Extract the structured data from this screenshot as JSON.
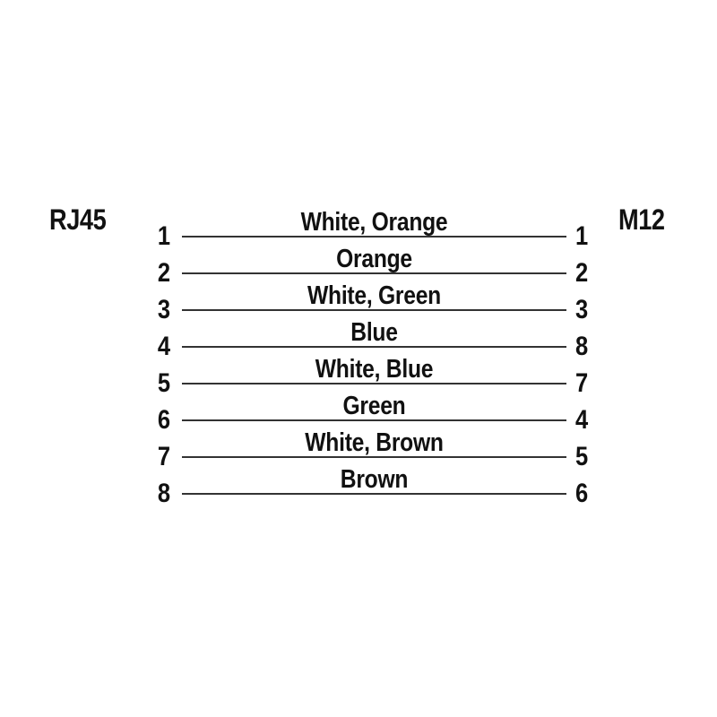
{
  "diagram": {
    "left_connector": "RJ45",
    "right_connector": "M12",
    "rows": [
      {
        "left_pin": "1",
        "wire": "White, Orange",
        "right_pin": "1"
      },
      {
        "left_pin": "2",
        "wire": "Orange",
        "right_pin": "2"
      },
      {
        "left_pin": "3",
        "wire": "White, Green",
        "right_pin": "3"
      },
      {
        "left_pin": "4",
        "wire": "Blue",
        "right_pin": "8"
      },
      {
        "left_pin": "5",
        "wire": "White, Blue",
        "right_pin": "7"
      },
      {
        "left_pin": "6",
        "wire": "Green",
        "right_pin": "4"
      },
      {
        "left_pin": "7",
        "wire": "White, Brown",
        "right_pin": "5"
      },
      {
        "left_pin": "8",
        "wire": "Brown",
        "right_pin": "6"
      }
    ],
    "colors": {
      "background": "#ffffff",
      "text": "#111111",
      "line": "#333333"
    }
  }
}
